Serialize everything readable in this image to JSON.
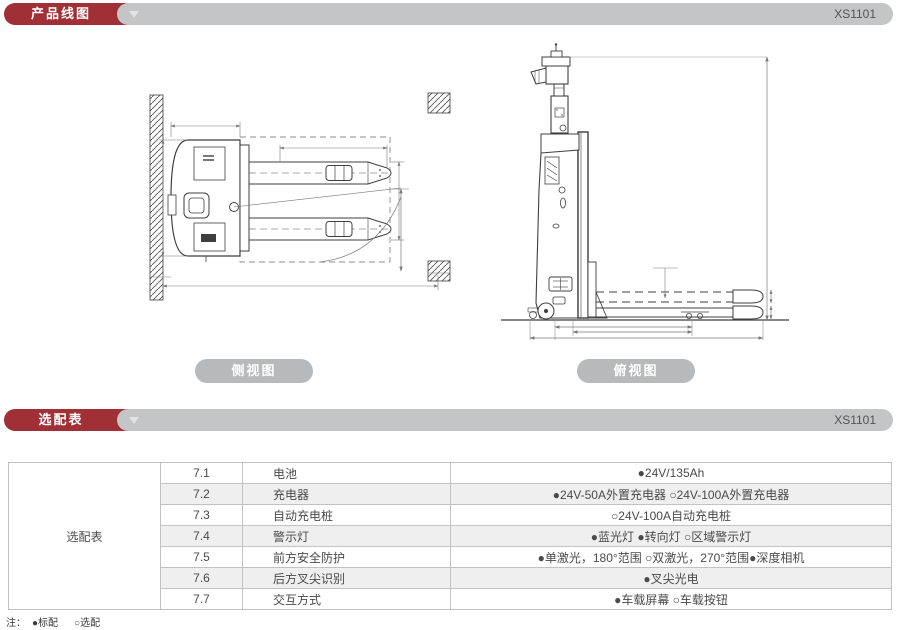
{
  "theme": {
    "accent_red": "#a02f36",
    "bar_gray": "#c4c5c6",
    "pill_gray": "#b8b9bb",
    "row_shade": "#efeff0",
    "border_gray": "#c2c2c3",
    "text_dark": "#4a4a4b"
  },
  "sections": {
    "product_drawing": {
      "title": "产品线图",
      "model": "XS1101"
    },
    "options": {
      "title": "选配表",
      "model": "XS1101"
    }
  },
  "drawings": {
    "side_view_label": "侧视图",
    "top_view_label": "俯视图"
  },
  "options_table": {
    "group_label": "选配表",
    "rows": [
      {
        "no": "7.1",
        "item": "电池",
        "value": "●24V/135Ah"
      },
      {
        "no": "7.2",
        "item": "充电器",
        "value": "●24V-50A外置充电器 ○24V-100A外置充电器"
      },
      {
        "no": "7.3",
        "item": "自动充电桩",
        "value": "○24V-100A自动充电桩"
      },
      {
        "no": "7.4",
        "item": "警示灯",
        "value": "●蓝光灯 ●转向灯 ○区域警示灯"
      },
      {
        "no": "7.5",
        "item": "前方安全防护",
        "value": "●单激光，180°范围 ○双激光，270°范围●深度相机"
      },
      {
        "no": "7.6",
        "item": "后方叉尖识别",
        "value": "●叉尖光电"
      },
      {
        "no": "7.7",
        "item": "交互方式",
        "value": "●车载屏幕 ○车载按钮"
      }
    ]
  },
  "footnote": {
    "prefix": "注：",
    "standard": "●标配",
    "optional": "○选配"
  }
}
